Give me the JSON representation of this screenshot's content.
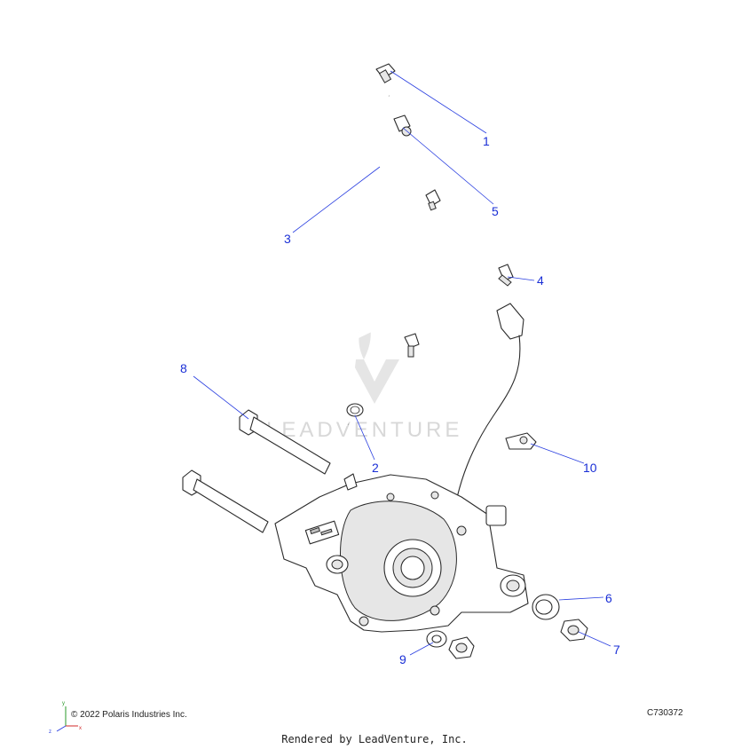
{
  "callouts": [
    "1",
    "2",
    "3",
    "4",
    "5",
    "6",
    "7",
    "8",
    "9",
    "10"
  ],
  "watermark": "LEADVENTURE",
  "footer": {
    "copyright": "© 2022 Polaris Industries Inc.",
    "figure_id": "C730372",
    "rendered_by": "Rendered by LeadVenture, Inc."
  },
  "axes": {
    "x": "x",
    "y": "y",
    "z": "z"
  }
}
